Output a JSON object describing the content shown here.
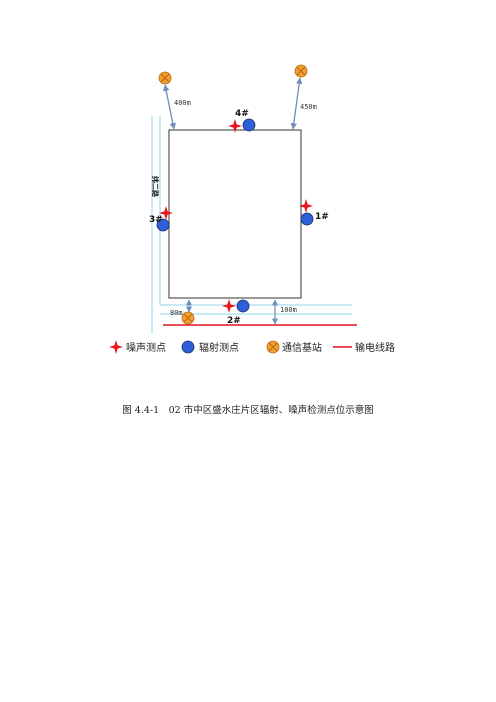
{
  "diagram": {
    "road_name": "纬二路",
    "distances": {
      "top_left": "400m",
      "top_right": "450m",
      "bottom_left": "80m",
      "bottom_right": "100m"
    },
    "points": {
      "p1": "1#",
      "p2": "2#",
      "p3": "3#",
      "p4": "4#"
    },
    "colors": {
      "noise": "#e8141e",
      "radiation": "#2f5fd8",
      "base_station": "#f4a12c",
      "power_line": "#e0141e",
      "road": "#8fd6ea",
      "arrow": "#6f8fb8",
      "boundary": "#333333"
    }
  },
  "legend": {
    "noise": "噪声测点",
    "radiation": "辐射测点",
    "base_station": "通信基站",
    "power_line": "输电线路"
  },
  "caption": "图 4.4-1　02 市中区盛水庄片区辐射、噪声检测点位示意图"
}
